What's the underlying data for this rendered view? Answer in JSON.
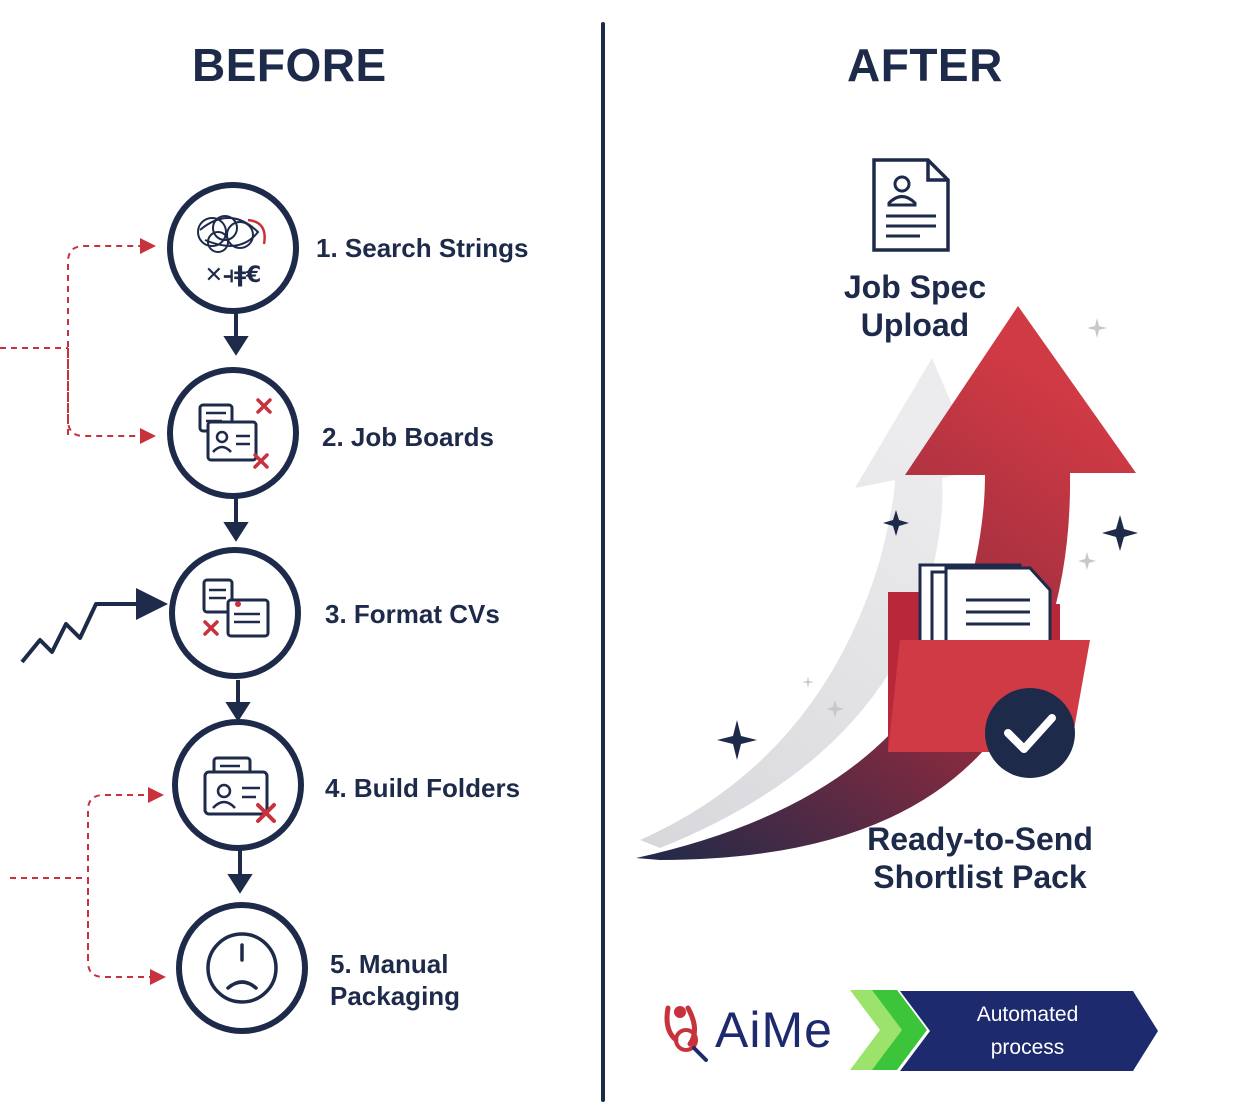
{
  "before": {
    "title": "BEFORE",
    "steps": [
      {
        "label": "1. Search Strings"
      },
      {
        "label": "2. Job Boards"
      },
      {
        "label": "3. Format CVs"
      },
      {
        "label": "4. Build Folders"
      },
      {
        "label": "5. Manual",
        "label2": "Packaging"
      }
    ]
  },
  "after": {
    "title": "AFTER",
    "upload_label_1": "Job Spec",
    "upload_label_2": "Upload",
    "result_label_1": "Ready-to-Send",
    "result_label_2": "Shortlist Pack"
  },
  "footer": {
    "logo_text": "AiMe",
    "badge_line_1": "Automated",
    "badge_line_2": "process"
  },
  "colors": {
    "navy": "#1e2a4a",
    "red": "#c8323c",
    "green": "#6fd13b"
  }
}
